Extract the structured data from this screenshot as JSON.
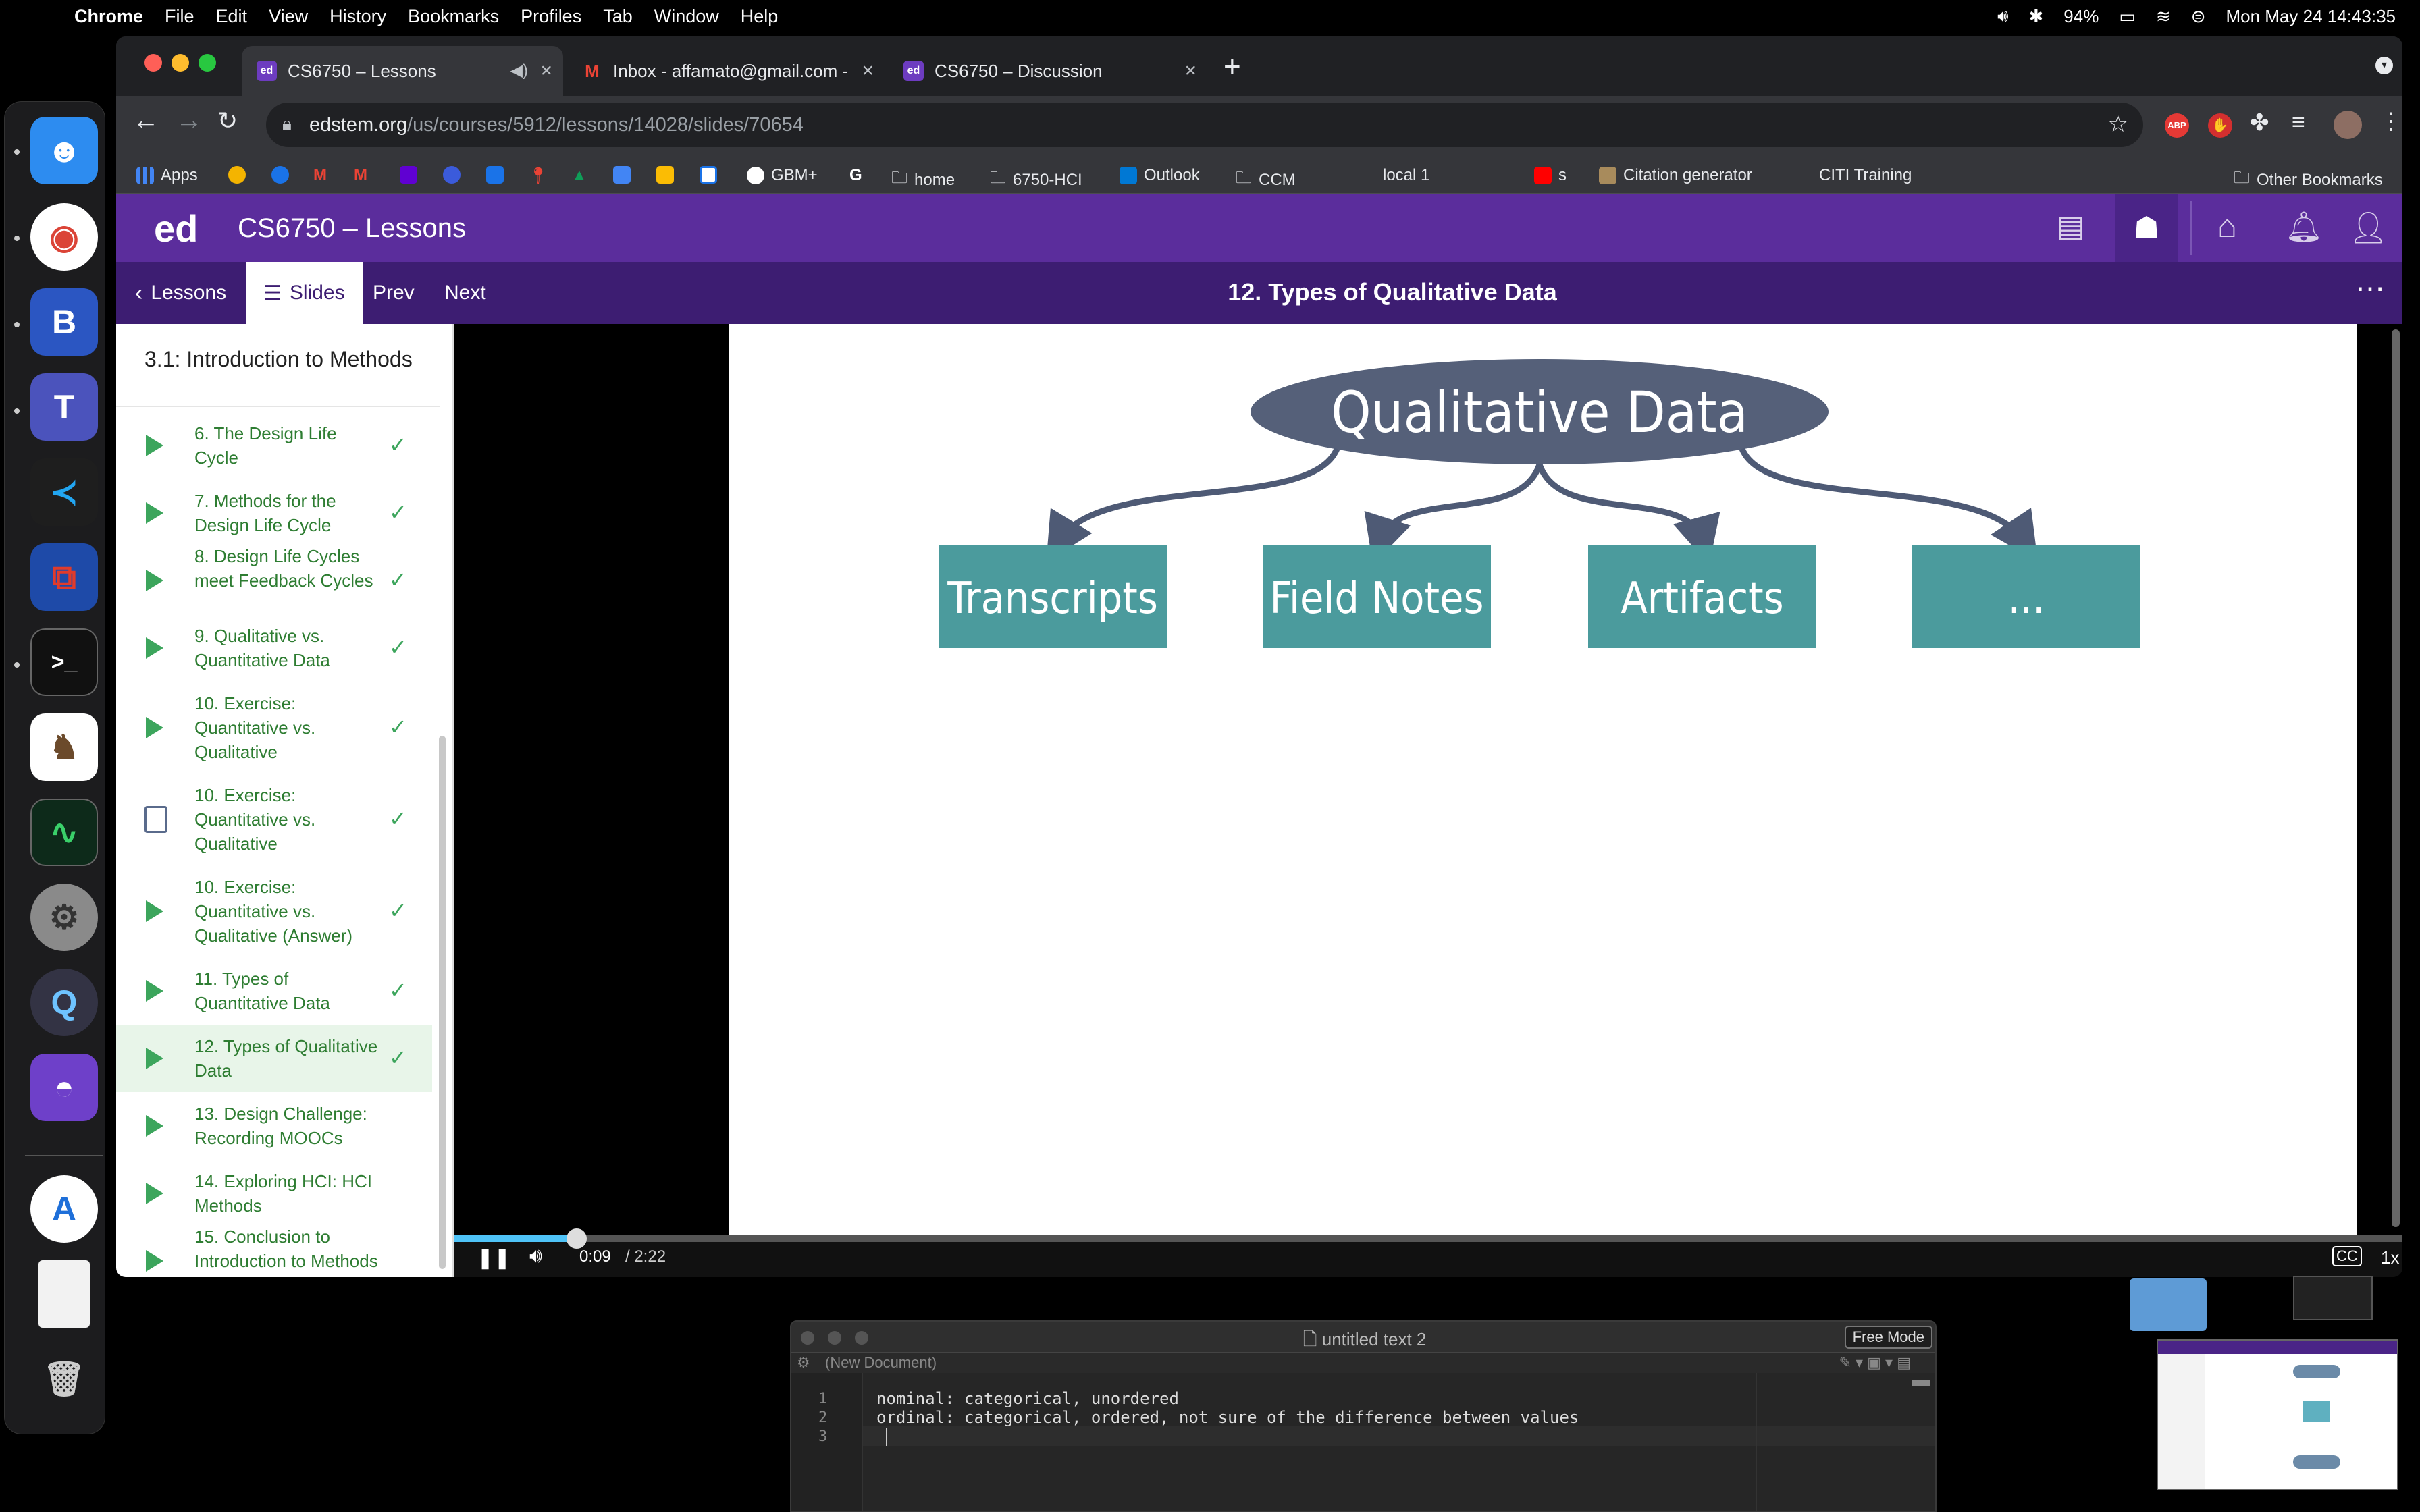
{
  "menubar": {
    "app": "Chrome",
    "items": [
      "File",
      "Edit",
      "View",
      "History",
      "Bookmarks",
      "Profiles",
      "Tab",
      "Window",
      "Help"
    ],
    "battery": "94%",
    "datetime": "Mon May 24  14:43:35"
  },
  "tabs": [
    {
      "title": "CS6750 – Lessons",
      "favicon": "ed",
      "active": true
    },
    {
      "title": "Inbox - affamato@gmail.com -",
      "favicon": "M",
      "active": false
    },
    {
      "title": "CS6750 – Discussion",
      "favicon": "ed",
      "active": false
    }
  ],
  "url": {
    "host": "edstem.org",
    "path": "/us/courses/5912/lessons/14028/slides/70654"
  },
  "bookmarks": [
    "Apps",
    "GBM+",
    "home",
    "6750-HCI",
    "Outlook",
    "CCM",
    "local 1",
    "s",
    "Citation generator",
    "CITI Training",
    "Other Bookmarks"
  ],
  "ed": {
    "logo": "ed",
    "course": "CS6750 – Lessons",
    "nav": {
      "lessons": "Lessons",
      "slides": "Slides",
      "prev": "Prev",
      "next": "Next"
    },
    "slide_title": "12. Types of Qualitative Data",
    "lesson_title": "3.1: Introduction to Methods",
    "slides": [
      {
        "label": "6. The Design Life Cycle",
        "type": "video",
        "done": true
      },
      {
        "label": "7. Methods for the Design Life Cycle",
        "type": "video",
        "done": true
      },
      {
        "label": "8. Design Life Cycles meet Feedback Cycles",
        "type": "video",
        "done": true
      },
      {
        "label": "9. Qualitative vs. Quantitative Data",
        "type": "video",
        "done": true
      },
      {
        "label": "10. Exercise: Quantitative vs. Qualitative",
        "type": "video",
        "done": true
      },
      {
        "label": "10. Exercise: Quantitative vs. Qualitative",
        "type": "document",
        "done": true
      },
      {
        "label": "10. Exercise: Quantitative vs. Qualitative (Answer)",
        "type": "video",
        "done": true
      },
      {
        "label": "11. Types of Quantitative Data",
        "type": "video",
        "done": true
      },
      {
        "label": "12. Types of Qualitative Data",
        "type": "video",
        "done": true,
        "active": true
      },
      {
        "label": "13. Design Challenge: Recording MOOCs",
        "type": "video",
        "done": false
      },
      {
        "label": "14. Exploring HCI: HCI Methods",
        "type": "video",
        "done": false
      },
      {
        "label": "15. Conclusion to Introduction to Methods",
        "type": "video",
        "done": false
      }
    ]
  },
  "diagram": {
    "root": "Qualitative Data",
    "children": [
      "Transcripts",
      "Field Notes",
      "Artifacts",
      "..."
    ]
  },
  "player": {
    "current": "0:09",
    "duration": "/ 2:22",
    "speed": "1x",
    "progress": 0.063
  },
  "editor": {
    "title": "untitled text 2",
    "mode": "Free Mode",
    "doc_label": "(New Document)",
    "lines": [
      "nominal: categorical, unordered",
      "ordinal: categorical, ordered, not sure of the difference between values",
      ""
    ]
  },
  "colors": {
    "ed_purple": "#5b2d9c",
    "ed_nav": "#3d1d72",
    "teal": "#4b9b9d",
    "oval": "#556079",
    "arrow": "#4e5a75",
    "green": "#3ca55c"
  }
}
